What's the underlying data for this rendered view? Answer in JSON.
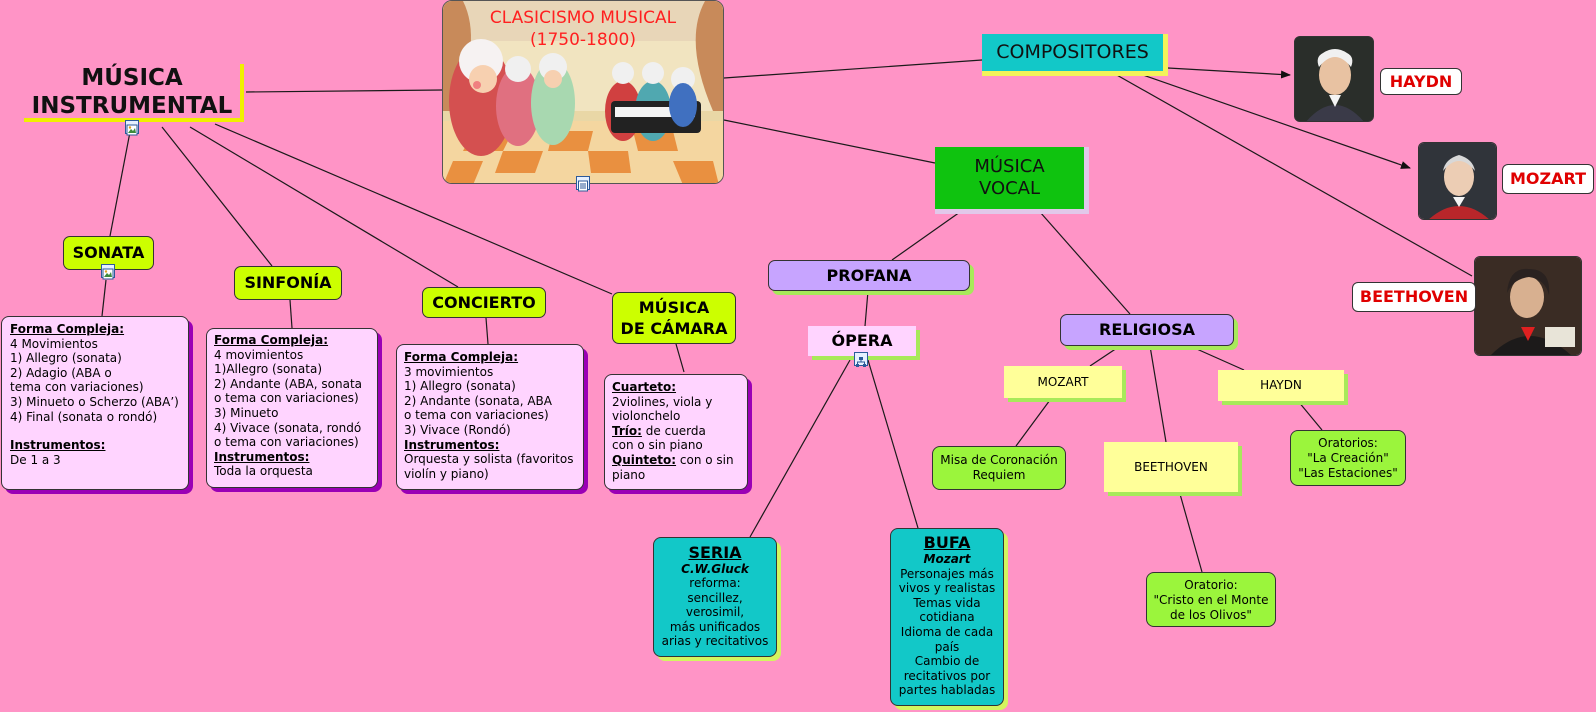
{
  "title": {
    "line1": "MÚSICA",
    "line2": "INSTRUMENTAL"
  },
  "center": {
    "line1": "CLASICISMO MUSICAL",
    "line2": "(1750-1800)"
  },
  "compositores": "COMPOSITORES",
  "vocal": {
    "line1": "MÚSICA",
    "line2": "VOCAL"
  },
  "composers": {
    "haydn": "HAYDN",
    "mozart": "MOZART",
    "beethoven": "BEETHOVEN"
  },
  "forms": {
    "sonata": "SONATA",
    "sinfonia": "SINFONÍA",
    "concierto": "CONCIERTO",
    "camara": {
      "line1": "MÚSICA",
      "line2": "DE CÁMARA"
    }
  },
  "sonata_box": {
    "heading": "Forma Compleja:",
    "lines": [
      "4 Movimientos",
      "1) Allegro (sonata)",
      "2) Adagio (ABA o",
      "tema con variaciones)",
      "3) Minueto o Scherzo (ABA’)",
      "4) Final (sonata o rondó)"
    ],
    "instr_heading": "Instrumentos:",
    "instr": "De 1 a 3"
  },
  "sinfonia_box": {
    "heading": "Forma Compleja:",
    "lines": [
      "4 movimientos",
      "1)Allegro (sonata)",
      "2) Andante (ABA, sonata",
      "o tema con variaciones)",
      "3) Minueto",
      "4) Vivace (sonata, rondó",
      "o tema con variaciones)"
    ],
    "instr_heading": "Instrumentos:",
    "instr": "Toda la orquesta"
  },
  "concierto_box": {
    "heading": "Forma Compleja:",
    "lines": [
      "3 movimientos",
      "1) Allegro (sonata)",
      "2) Andante (sonata, ABA",
      "o tema con variaciones)",
      "3) Vivace (Rondó)"
    ],
    "instr_heading": "Instrumentos:",
    "instr_lines": [
      "Orquesta y solista (favoritos",
      "violín y piano)"
    ]
  },
  "camara_box": {
    "cuarteto_label": "Cuarteto:",
    "cuarteto_lines": [
      "2violines, viola y",
      "violonchelo"
    ],
    "trio_label": "Trío:",
    "trio_text": " de cuerda",
    "trio_line2": "con o sin piano",
    "quinteto_label": "Quinteto:",
    "quinteto_text": " con o sin",
    "quinteto_line2": "piano"
  },
  "profana": "PROFANA",
  "opera": "ÓPERA",
  "seria": {
    "title": "SERIA",
    "author": "C.W.Gluck",
    "lines": [
      "reforma:",
      "sencillez,",
      "verosimil,",
      "más unificados",
      "arias y recitativos"
    ]
  },
  "bufa": {
    "title": "BUFA",
    "author": "Mozart",
    "lines": [
      "Personajes más",
      "vivos y realistas",
      "Temas vida",
      "cotidiana",
      "Idioma de cada",
      "país",
      "Cambio de",
      "recitativos por",
      "partes habladas"
    ]
  },
  "religiosa": "RELIGIOSA",
  "rel_mozart": "MOZART",
  "rel_haydn": "HAYDN",
  "rel_beethoven": "BEETHOVEN",
  "misa": {
    "line1": "Misa de Coronación",
    "line2": "Requiem"
  },
  "oratorios": {
    "line1": "Oratorios:",
    "line2": "\"La Creación\"",
    "line3": "\"Las Estaciones\""
  },
  "oratorio": {
    "line1": "Oratorio:",
    "line2": "\"Cristo en el Monte",
    "line3": "de los Olivos\""
  },
  "colors": {
    "background": "#ff94c6",
    "lime": "#ccff00",
    "cyan": "#12c8c8",
    "green": "#0fc30f",
    "lavender": "#c7a4ff",
    "pink_box": "#ffd4ff",
    "red_title": "#ff2020"
  }
}
